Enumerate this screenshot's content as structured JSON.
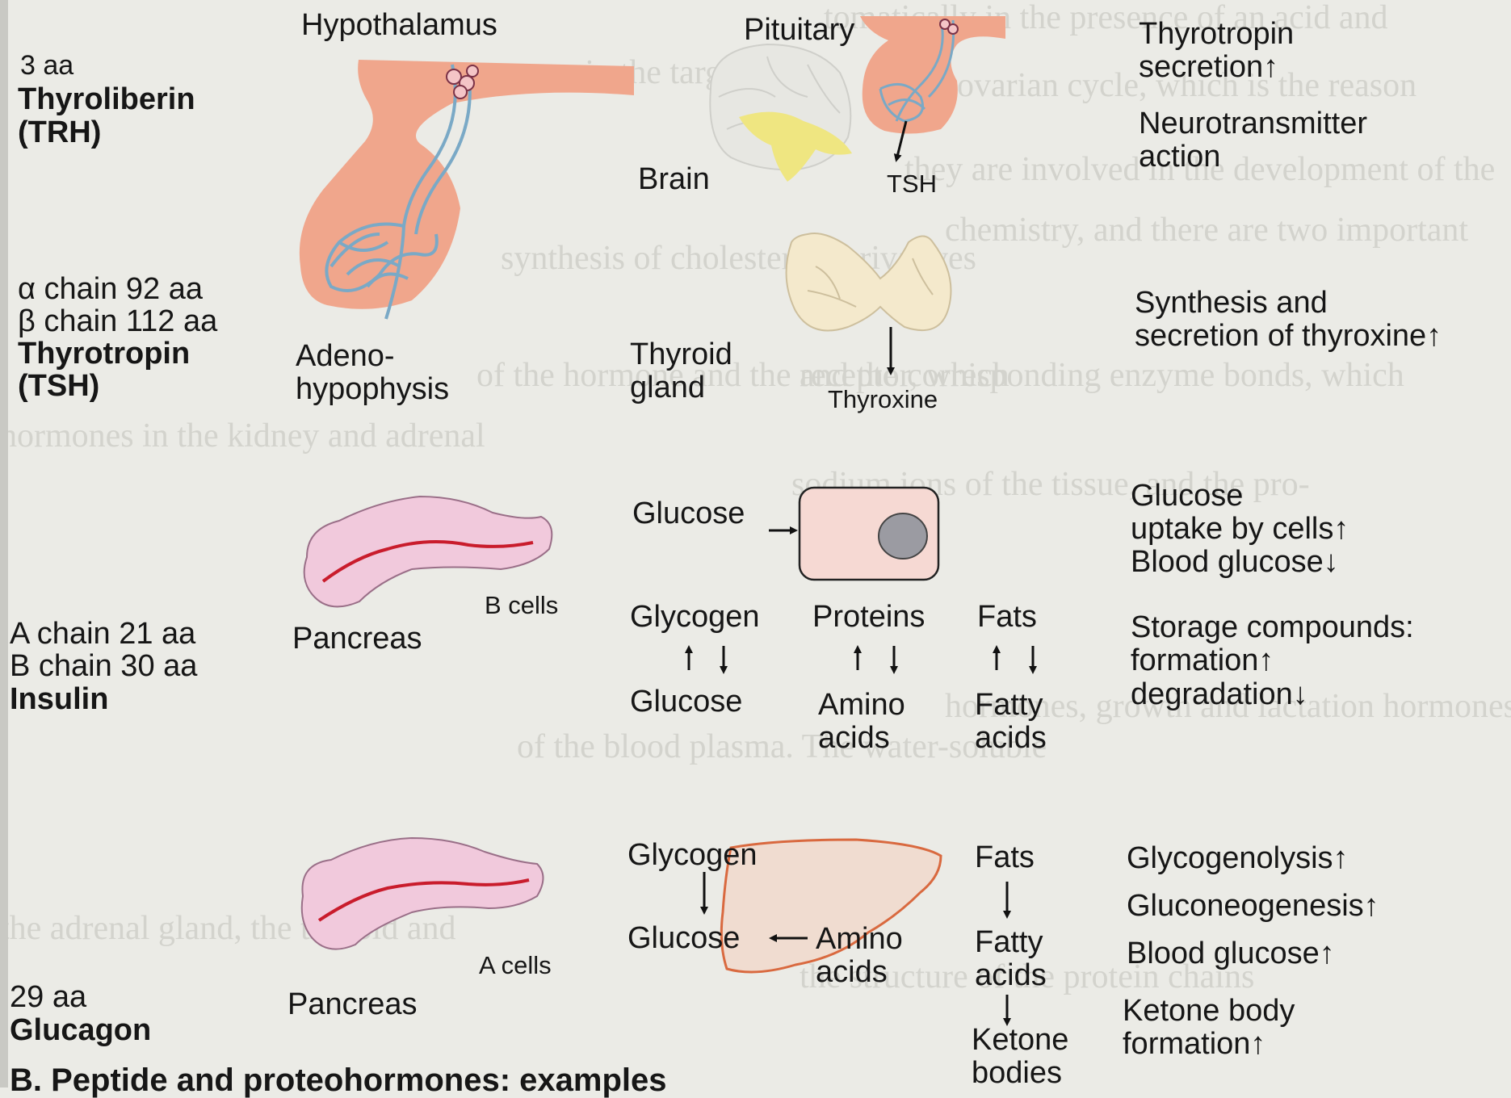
{
  "background_text": [
    "tomatically in the presence of an acid and",
    "to the ovarian cycle, which is the reason",
    "they are involved in the development of the",
    "chemistry, and there are two important",
    "and the corresponding enzyme bonds, which",
    "sodium ions of the tissue, and the pro-",
    "hormones, growth and lactation hormones.",
    "the structure of the protein chains",
    "receptors in the target cell",
    "synthesis of cholesterol derivatives",
    "of the hormone and the receptor, which",
    "hormones in the kidney and adrenal",
    "of the blood plasma. The water-soluble",
    "the adrenal gland, the thyroid and"
  ],
  "hormones": {
    "trh": {
      "size": "3 aa",
      "name": "Thyroliberin",
      "abbr": "(TRH)"
    },
    "tsh": {
      "alpha_chain": "α chain   92 aa",
      "beta_chain": "β chain 112 aa",
      "name": "Thyrotropin",
      "abbr": "(TSH)"
    },
    "insulin": {
      "a_chain": "A chain 21 aa",
      "b_chain": "B chain 30 aa",
      "name": "Insulin"
    },
    "glucagon": {
      "size": "29 aa",
      "name": "Glucagon"
    }
  },
  "labels": {
    "hypothalamus": "Hypothalamus",
    "pituitary": "Pituitary",
    "brain": "Brain",
    "tsh_arrow": "TSH",
    "adenohypophysis": "Adeno-\nhypophysis",
    "thyroid_gland": "Thyroid\ngland",
    "thyroxine": "Thyroxine",
    "glucose_in": "Glucose",
    "b_cells": "B cells",
    "pancreas_1": "Pancreas",
    "glycogen_ins": "Glycogen",
    "proteins_ins": "Proteins",
    "fats_ins": "Fats",
    "glucose_ins": "Glucose",
    "amino_ins": "Amino\nacids",
    "fatty_ins": "Fatty\nacids",
    "glycogen_gl": "Glycogen",
    "glucose_gl": "Glucose",
    "amino_gl": "Amino\nacids",
    "fats_gl": "Fats",
    "fatty_gl": "Fatty\nacids",
    "ketone_gl": "Ketone\nbodies",
    "a_cells": "A cells",
    "pancreas_2": "Pancreas"
  },
  "effects": {
    "tsh_secretion": "Thyrotropin\nsecretion",
    "neurotransmitter": "Neurotransmitter\naction",
    "thyroxine_synthesis": "Synthesis and\nsecretion of thyroxine",
    "glucose_uptake": "Glucose\nuptake by cells",
    "blood_glucose_down": "Blood glucose",
    "storage": "Storage compounds:",
    "formation": "formation",
    "degradation": "degradation",
    "glycogenolysis": "Glycogenolysis",
    "gluconeogenesis": "Gluconeogenesis",
    "blood_glucose_up": "Blood glucose",
    "ketone_formation": "Ketone body\nformation"
  },
  "caption": "B. Peptide and proteohormones: examples",
  "colors": {
    "background": "#ebebe6",
    "gland_salmon": "#f0a68c",
    "vessels": "#9cc6df",
    "brain_yellow": "#efe681",
    "thyroid": "#f4e9cc",
    "pancreas": "#f1c9dc",
    "pancreas_duct": "#c91c2c",
    "cell_fill": "#f6d9d3",
    "nucleus": "#9b9ba2",
    "liver_outline": "#d9693f",
    "liver_fill": "#f4cfbd"
  },
  "icons": [
    "up-arrow-icon",
    "down-arrow-icon",
    "right-arrow-icon",
    "left-arrow-icon"
  ]
}
